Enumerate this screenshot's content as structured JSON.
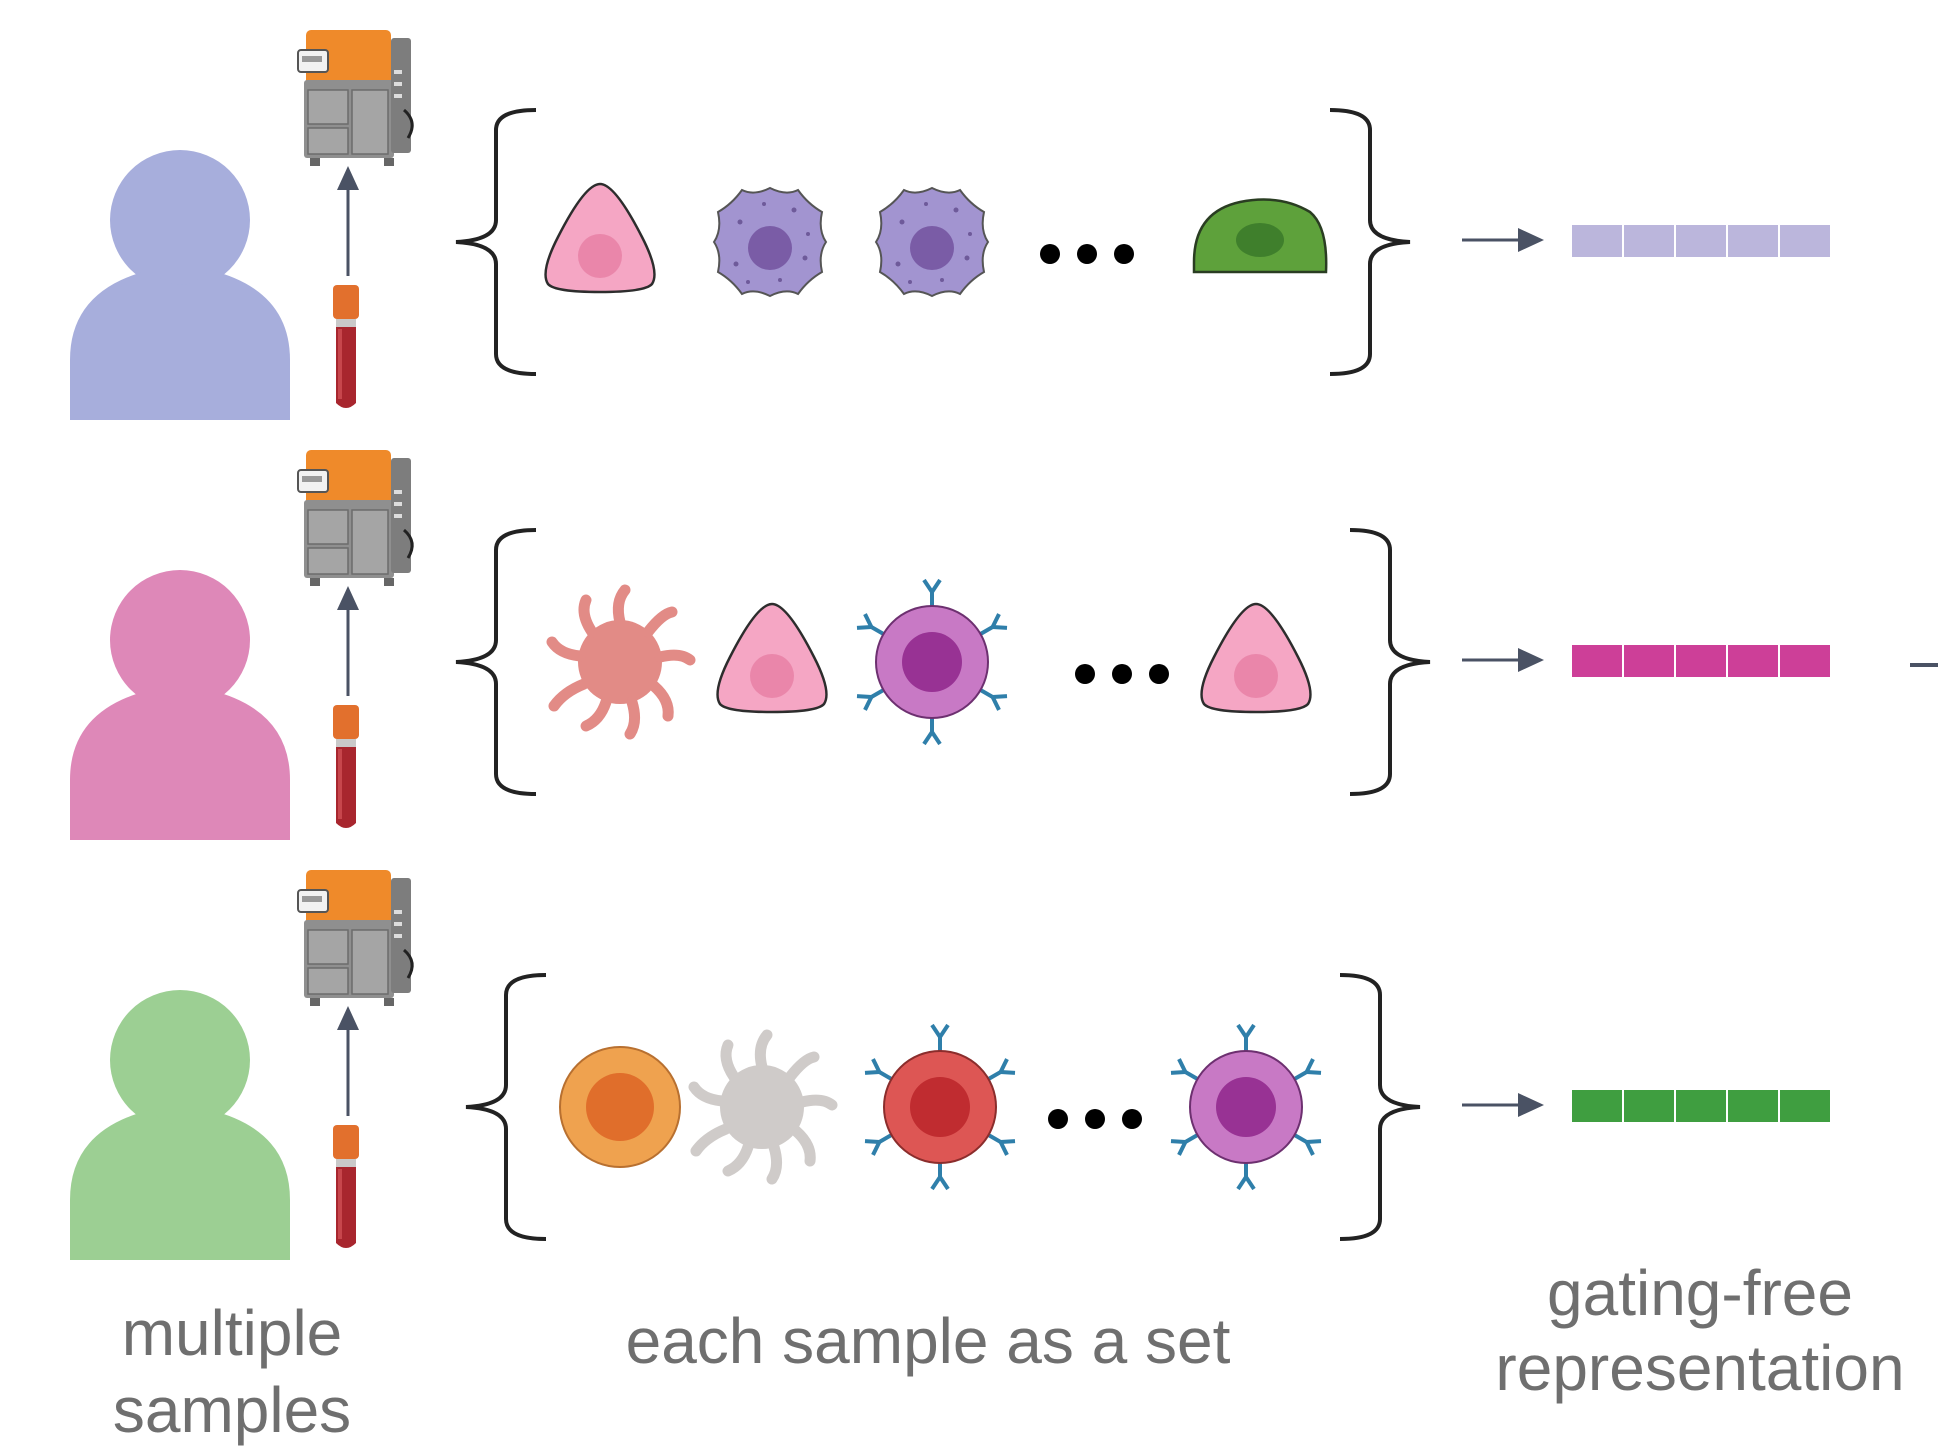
{
  "captions": {
    "samples_line1": "multiple",
    "samples_line2": "samples",
    "set": "each sample as a set",
    "repr_line1": "gating-free",
    "repr_line2": "representation"
  },
  "rows": [
    {
      "person_color": "#a7aedc",
      "cells": [
        "pink-triangle-cell",
        "purple-granular-cell",
        "purple-granular-cell",
        "ellipsis",
        "green-cell"
      ],
      "vector_color": "#bbb6dc"
    },
    {
      "person_color": "#de88b8",
      "cells": [
        "red-dendritic-cell",
        "pink-triangle-cell",
        "purple-b-cell",
        "ellipsis",
        "pink-triangle-cell"
      ],
      "vector_color": "#cd3f98"
    },
    {
      "person_color": "#9ccf93",
      "cells": [
        "orange-cell",
        "gray-dendritic-cell",
        "red-b-cell",
        "ellipsis",
        "purple-b-cell"
      ],
      "vector_color": "#3f9e40"
    }
  ],
  "colors": {
    "arrow": "#4a5264",
    "bracket": "#222222",
    "tube_cap": "#e2702d",
    "tube_blood": "#a8262e",
    "instrument_orange": "#ef8a2a",
    "instrument_gray": "#8f8f8f"
  }
}
